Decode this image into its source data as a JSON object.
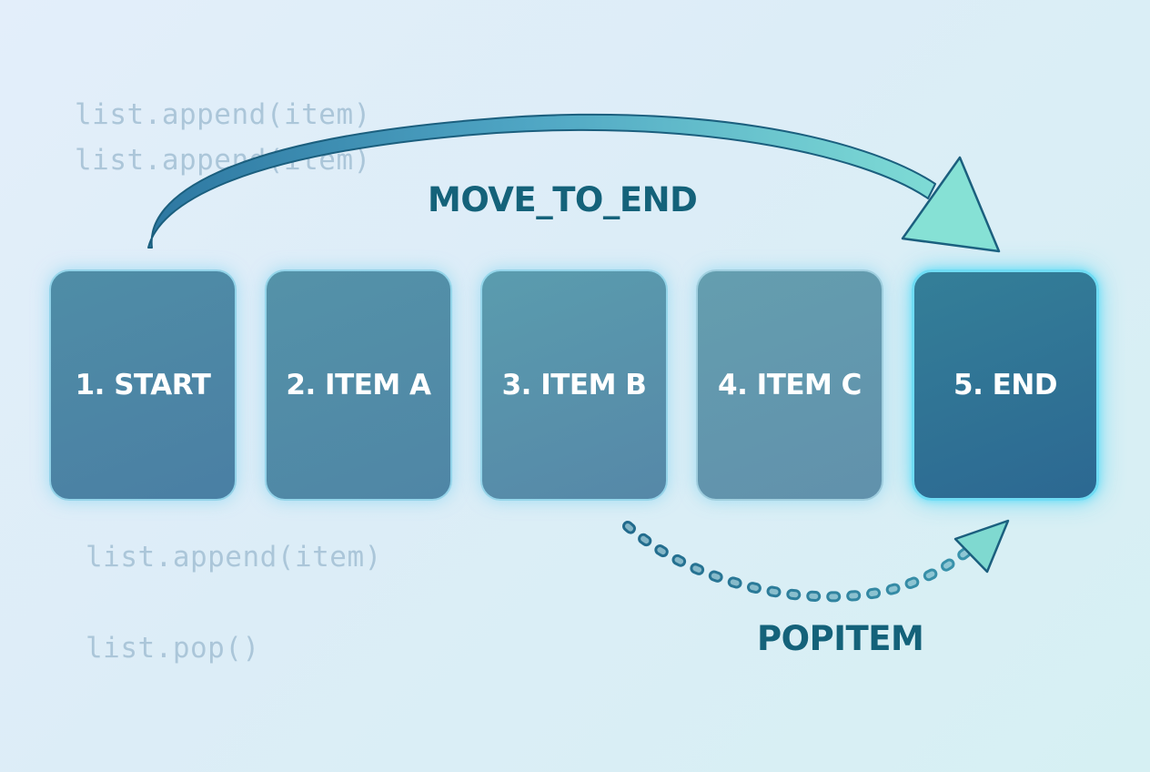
{
  "code_snippets": [
    "list.append(item)",
    "list.append(item)",
    "list.append(item)",
    "list.pop()"
  ],
  "nodes": [
    {
      "label": "1. START"
    },
    {
      "label": "2. ITEM A"
    },
    {
      "label": "3. ITEM B"
    },
    {
      "label": "4. ITEM C"
    },
    {
      "label": "5. END"
    }
  ],
  "arrows": {
    "top_label": "MOVE_TO_END",
    "bottom_label": "POPITEM"
  },
  "colors": {
    "label_text": "#14627a",
    "arrow_start": "#2f7ca3",
    "arrow_end": "#7ee3d6",
    "highlight_glow": "#6fdcf4"
  }
}
